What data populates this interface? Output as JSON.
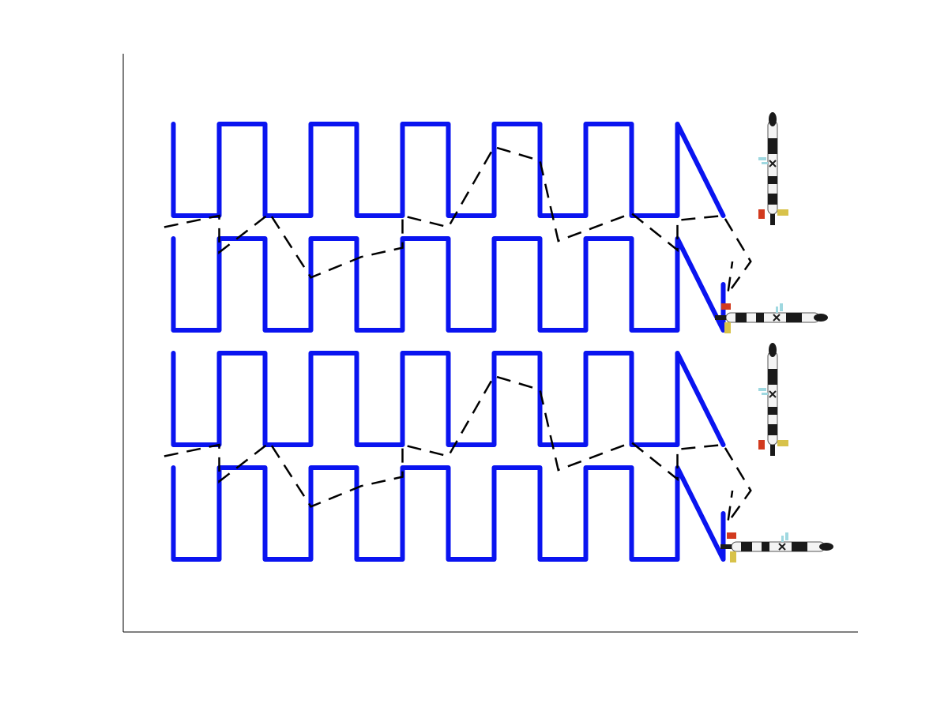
{
  "colors": {
    "planned_path": "#0a14f0",
    "trajectory": "#000000",
    "axes": "#000000",
    "background": "#ffffff",
    "vehicle_body": "#f4f4f4",
    "vehicle_dark": "#1a1a1a",
    "vehicle_yellow": "#d8c24a",
    "vehicle_red": "#d23a1e",
    "vehicle_cyan": "#9fd8e0"
  },
  "chart_data": {
    "type": "line",
    "title": "",
    "xlabel": "",
    "ylabel": "",
    "grid": false,
    "legend": "none",
    "xlim": [
      0,
      16
    ],
    "ylim": [
      0,
      12.5
    ],
    "series": [
      {
        "style": "solid-thick",
        "color": "#0a14f0",
        "x": [
          1,
          1,
          2,
          2,
          3,
          3,
          4,
          4,
          5,
          5,
          6,
          6,
          7,
          7,
          8,
          8,
          9,
          9,
          10,
          10,
          11,
          11,
          12,
          12,
          13
        ],
        "y": [
          11,
          9,
          9,
          11,
          11,
          9,
          9,
          11,
          11,
          9,
          9,
          11,
          11,
          9,
          9,
          11,
          11,
          9,
          9,
          11,
          11,
          9,
          9,
          11,
          9
        ]
      },
      {
        "style": "solid-thick",
        "color": "#0a14f0",
        "x": [
          1,
          1,
          2,
          2,
          3,
          3,
          4,
          4,
          5,
          5,
          6,
          6,
          7,
          7,
          8,
          8,
          9,
          9,
          10,
          10,
          11,
          11,
          12,
          12,
          13,
          13
        ],
        "y": [
          8.5,
          6.5,
          6.5,
          8.5,
          8.5,
          6.5,
          6.5,
          8.5,
          8.5,
          6.5,
          6.5,
          8.5,
          8.5,
          6.5,
          6.5,
          8.5,
          8.5,
          6.5,
          6.5,
          8.5,
          8.5,
          6.5,
          6.5,
          8.5,
          6.5,
          7.5
        ]
      },
      {
        "style": "solid-thick",
        "color": "#0a14f0",
        "x": [
          1,
          1,
          2,
          2,
          3,
          3,
          4,
          4,
          5,
          5,
          6,
          6,
          7,
          7,
          8,
          8,
          9,
          9,
          10,
          10,
          11,
          11,
          12,
          12,
          13
        ],
        "y": [
          6,
          4,
          4,
          6,
          6,
          4,
          4,
          6,
          6,
          4,
          4,
          6,
          6,
          4,
          4,
          6,
          6,
          4,
          4,
          6,
          6,
          4,
          4,
          6,
          4
        ]
      },
      {
        "style": "solid-thick",
        "color": "#0a14f0",
        "x": [
          1,
          1,
          2,
          2,
          3,
          3,
          4,
          4,
          5,
          5,
          6,
          6,
          7,
          7,
          8,
          8,
          9,
          9,
          10,
          10,
          11,
          11,
          12,
          12,
          13,
          13
        ],
        "y": [
          3.5,
          1.5,
          1.5,
          3.5,
          3.5,
          1.5,
          1.5,
          3.5,
          3.5,
          1.5,
          1.5,
          3.5,
          3.5,
          1.5,
          1.5,
          3.5,
          3.5,
          1.5,
          1.5,
          3.5,
          3.5,
          1.5,
          1.5,
          3.5,
          1.5,
          2.5
        ]
      },
      {
        "style": "dashed",
        "color": "#000000",
        "x": [
          0.8,
          2,
          2,
          3.1,
          4,
          5.1,
          6,
          6,
          7,
          8,
          9,
          9.4,
          11,
          12,
          12,
          13,
          13.6,
          13.1,
          13.2
        ],
        "y": [
          8.75,
          9,
          8.2,
          9.05,
          7.65,
          8.1,
          8.3,
          9,
          8.75,
          10.5,
          10.2,
          8.45,
          9.05,
          8.25,
          8.9,
          9,
          8,
          7.3,
          8
        ]
      },
      {
        "style": "dashed",
        "color": "#000000",
        "x": [
          0.8,
          2,
          2,
          3.1,
          4,
          5.1,
          6,
          6,
          7,
          8,
          9,
          9.4,
          11,
          12,
          12,
          13,
          13.6,
          13.1,
          13.2
        ],
        "y": [
          3.75,
          4,
          3.2,
          4.05,
          2.65,
          3.1,
          3.3,
          4,
          3.75,
          5.5,
          5.2,
          3.45,
          4.05,
          3.25,
          3.9,
          4,
          3,
          2.3,
          3
        ]
      }
    ]
  }
}
